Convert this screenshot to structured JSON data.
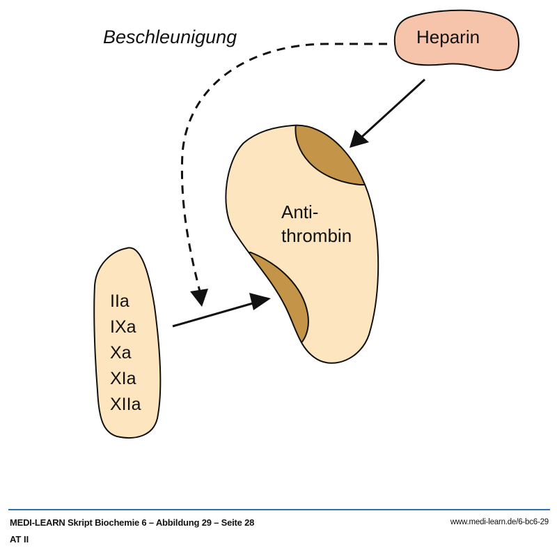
{
  "diagram": {
    "accel_label": "Beschleunigung",
    "heparin_label": "Heparin",
    "antithrombin_label_line1": "Anti-",
    "antithrombin_label_line2": "thrombin",
    "factors": [
      "IIa",
      "IXa",
      "Xa",
      "XIa",
      "XIIa"
    ],
    "colors": {
      "heparin_fill": "#f5c4ab",
      "protein_fill": "#fde5bf",
      "binding_site_fill": "#c49548",
      "stroke": "#111111"
    }
  },
  "footer": {
    "title": "MEDI-LEARN Skript Biochemie 6 – Abbildung 29 – Seite 28",
    "url": "www.medi-learn.de/6-bc6-29",
    "subtitle": "AT II",
    "line_color": "#2f6fb5"
  }
}
